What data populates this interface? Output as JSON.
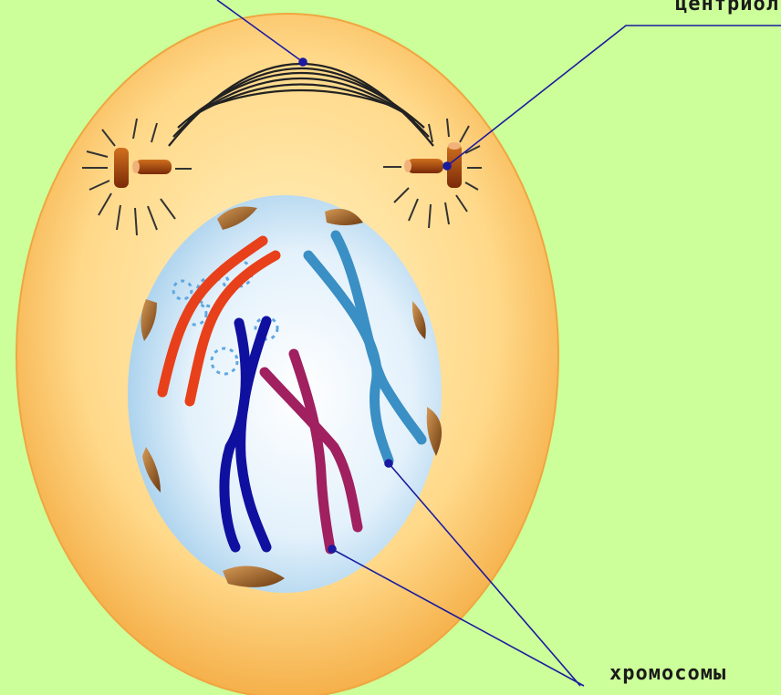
{
  "labels": {
    "centriole": "центриол",
    "chromosomes": "хромосомы"
  },
  "colors": {
    "background": "#ccff99",
    "cytoplasm": "#ffd98a",
    "nucleus": "#cfe6f6",
    "spindle": "#222222",
    "centriole": "#a0400f",
    "nuclear_envelope_fragment": "#a86a2c",
    "chromosome_orange": "#e8401a",
    "chromosome_light_blue": "#3a8fc4",
    "chromosome_dark_blue": "#1010a0",
    "chromosome_purple": "#a02060",
    "nucleolus": "#5fa8e0",
    "pointer_line": "#1a1aa0"
  },
  "structures": [
    "spindle",
    "centriole-pair",
    "nuclear-envelope-fragments",
    "nucleolus",
    "chromosomes"
  ]
}
